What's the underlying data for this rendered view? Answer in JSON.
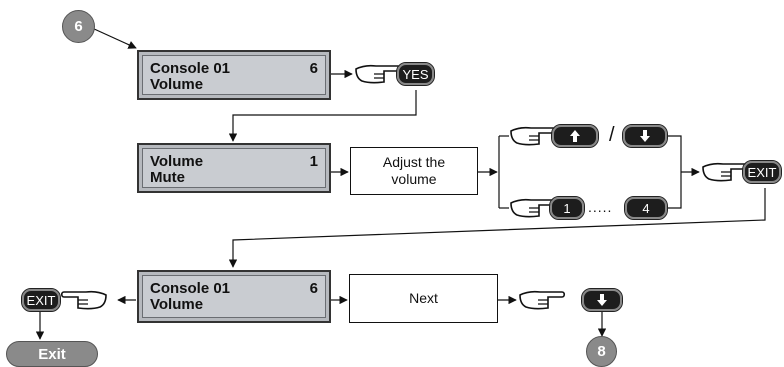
{
  "steps": {
    "start": "6",
    "end": "8"
  },
  "screens": {
    "top": {
      "line1": "Console 01",
      "line2": "Volume",
      "number": "6"
    },
    "middle": {
      "line1": "Volume",
      "line2": "Mute",
      "number": "1"
    },
    "bottom": {
      "line1": "Console 01",
      "line2": "Volume",
      "number": "6"
    }
  },
  "boxes": {
    "adjust": "Adjust the volume",
    "next": "Next"
  },
  "keys": {
    "yes": "YES",
    "exit": "EXIT",
    "one": "1",
    "four": "4"
  },
  "symbols": {
    "slash": "/",
    "ellipsis": "....."
  },
  "exit_label": "Exit",
  "icons": [
    "pointing-hand-icon",
    "arrow-up-icon",
    "arrow-down-icon"
  ]
}
